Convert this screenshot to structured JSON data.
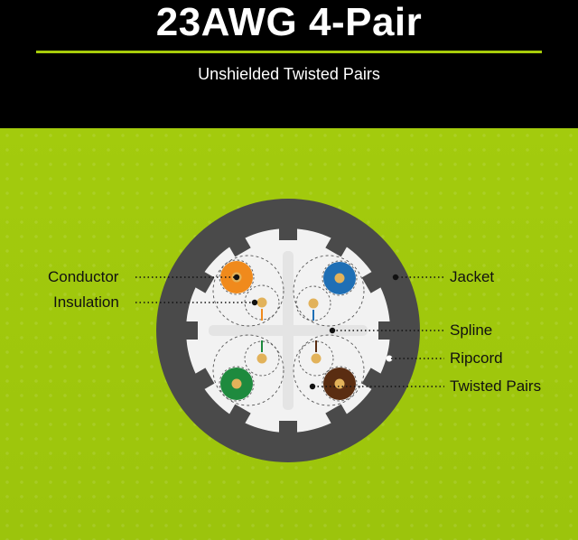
{
  "header": {
    "title": "23AWG 4-Pair",
    "subtitle": "Unshielded Twisted Pairs"
  },
  "labels": {
    "conductor": "Conductor",
    "insulation": "Insulation",
    "jacket": "Jacket",
    "spline": "Spline",
    "ripcord": "Ripcord",
    "twisted_pairs": "Twisted Pairs"
  },
  "colors": {
    "accent": "#a8cc0a",
    "background_green": "#a0c80c",
    "jacket": "#4a4a4a",
    "conductor_copper": "#e2b25a",
    "pair_orange": "#f08a1c",
    "pair_blue": "#1f6fb5",
    "pair_green": "#1e8a3e",
    "pair_brown": "#5a2d12"
  }
}
